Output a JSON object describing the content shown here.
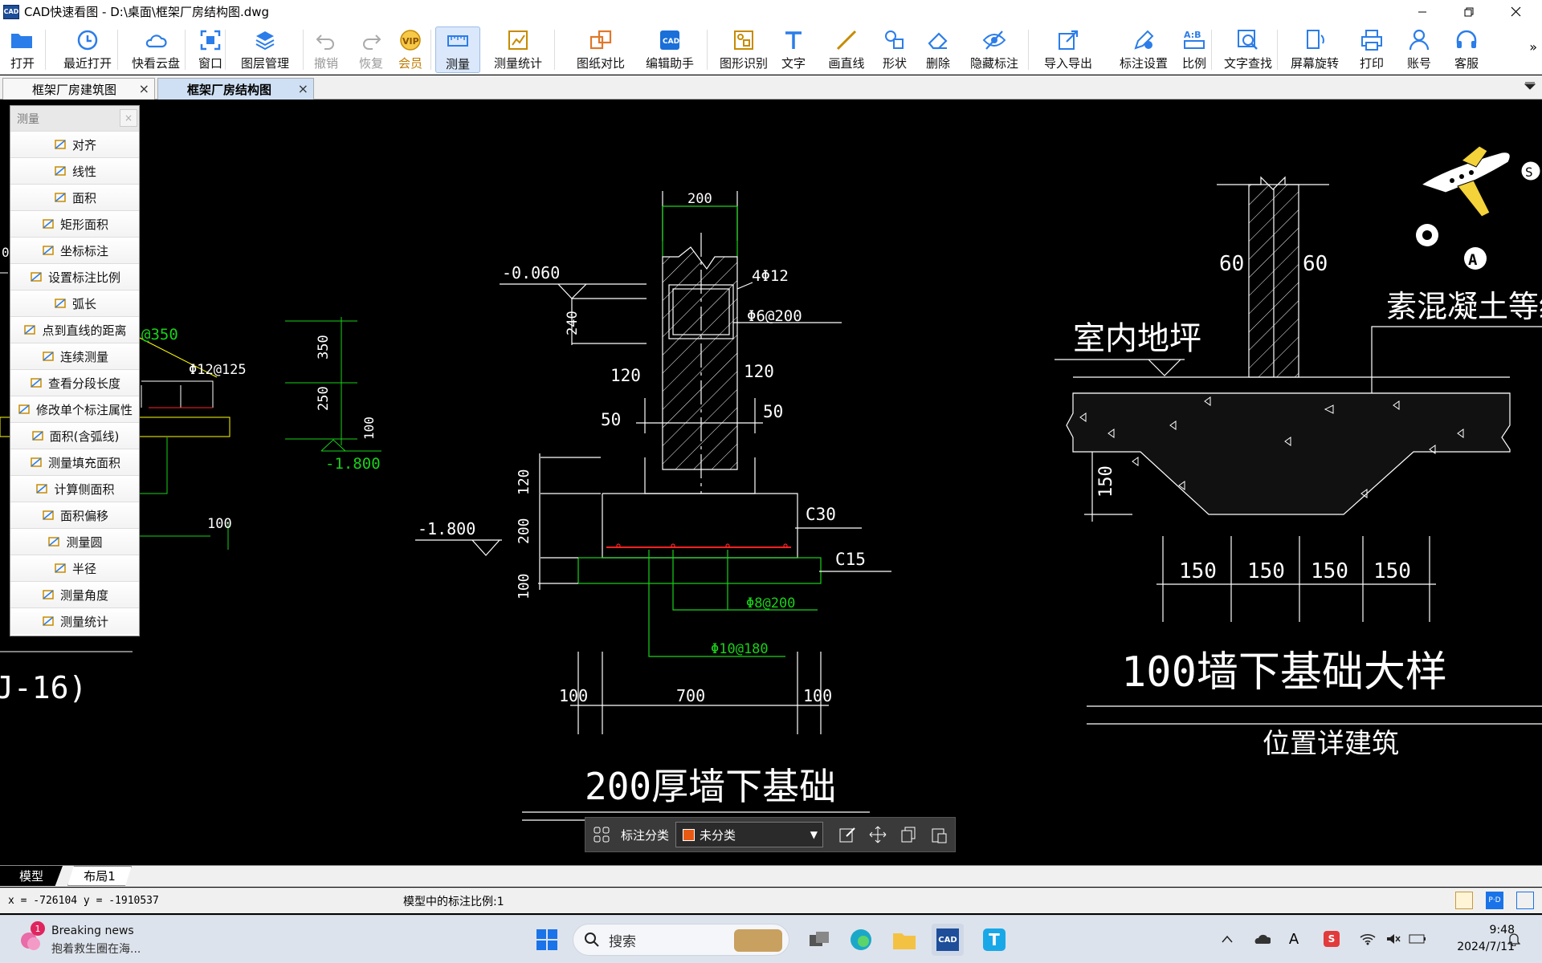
{
  "window": {
    "title": "CAD快速看图 - D:\\桌面\\框架厂房结构图.dwg",
    "logo_text": "CAD"
  },
  "toolbar": [
    {
      "id": "open",
      "label": "打开",
      "icon": "folder-open-icon"
    },
    {
      "id": "recent",
      "label": "最近打开",
      "icon": "clock-icon"
    },
    {
      "id": "cloud",
      "label": "快看云盘",
      "icon": "cloud-icon"
    },
    {
      "id": "window",
      "label": "窗口",
      "icon": "window-frame-icon"
    },
    {
      "id": "layers",
      "label": "图层管理",
      "icon": "layers-icon"
    },
    {
      "id": "undo",
      "label": "撤销",
      "icon": "undo-icon",
      "disabled": true
    },
    {
      "id": "redo",
      "label": "恢复",
      "icon": "redo-icon",
      "disabled": true
    },
    {
      "id": "vip",
      "label": "会员",
      "icon": "vip-icon"
    },
    {
      "id": "measure",
      "label": "测量",
      "icon": "ruler-icon",
      "active": true
    },
    {
      "id": "measure_stats",
      "label": "测量统计",
      "icon": "chart-icon"
    },
    {
      "id": "compare",
      "label": "图纸对比",
      "icon": "compare-icon"
    },
    {
      "id": "edit_helper",
      "label": "编辑助手",
      "icon": "cad-edit-icon"
    },
    {
      "id": "shape_recog",
      "label": "图形识别",
      "icon": "shape-recognize-icon"
    },
    {
      "id": "text",
      "label": "文字",
      "icon": "text-icon"
    },
    {
      "id": "line",
      "label": "画直线",
      "icon": "line-icon"
    },
    {
      "id": "shape",
      "label": "形状",
      "icon": "shapes-icon"
    },
    {
      "id": "delete",
      "label": "删除",
      "icon": "eraser-icon"
    },
    {
      "id": "hide_anno",
      "label": "隐藏标注",
      "icon": "eye-slash-icon"
    },
    {
      "id": "import_export",
      "label": "导入导出",
      "icon": "export-icon"
    },
    {
      "id": "anno_settings",
      "label": "标注设置",
      "icon": "pen-gear-icon"
    },
    {
      "id": "scale",
      "label": "比例",
      "icon": "scale-ab-icon"
    },
    {
      "id": "text_search",
      "label": "文字查找",
      "icon": "text-search-icon"
    },
    {
      "id": "rotate",
      "label": "屏幕旋转",
      "icon": "rotate-screen-icon"
    },
    {
      "id": "print",
      "label": "打印",
      "icon": "printer-icon"
    },
    {
      "id": "account",
      "label": "账号",
      "icon": "user-icon"
    },
    {
      "id": "service",
      "label": "客服",
      "icon": "headset-icon"
    }
  ],
  "tabs": [
    {
      "label": "框架厂房建筑图",
      "active": false
    },
    {
      "label": "框架厂房结构图",
      "active": true
    }
  ],
  "measure_panel": {
    "title": "测量",
    "close": "×",
    "items": [
      {
        "label": "对齐",
        "icon": "align-measure-icon"
      },
      {
        "label": "线性",
        "icon": "linear-measure-icon"
      },
      {
        "label": "面积",
        "icon": "area-icon"
      },
      {
        "label": "矩形面积",
        "icon": "rect-area-icon"
      },
      {
        "label": "坐标标注",
        "icon": "coordinate-icon"
      },
      {
        "label": "设置标注比例",
        "icon": "set-scale-icon"
      },
      {
        "label": "弧长",
        "icon": "arc-length-icon"
      },
      {
        "label": "点到直线的距离",
        "icon": "point-line-icon"
      },
      {
        "label": "连续测量",
        "icon": "continuous-icon"
      },
      {
        "label": "查看分段长度",
        "icon": "segment-icon"
      },
      {
        "label": "修改单个标注属性",
        "icon": "modify-anno-icon"
      },
      {
        "label": "面积(含弧线)",
        "icon": "arc-area-icon"
      },
      {
        "label": "测量填充面积",
        "icon": "fill-area-icon"
      },
      {
        "label": "计算侧面积",
        "icon": "side-area-icon"
      },
      {
        "label": "面积偏移",
        "icon": "area-offset-icon"
      },
      {
        "label": "测量圆",
        "icon": "circle-measure-icon"
      },
      {
        "label": "半径",
        "icon": "radius-icon"
      },
      {
        "label": "测量角度",
        "icon": "angle-icon"
      },
      {
        "label": "测量统计",
        "icon": "measure-stats-icon"
      }
    ]
  },
  "drawing": {
    "left": {
      "t1": "@350",
      "t2": "Φ12@125",
      "t3": "350",
      "t4": "250",
      "t5": "100",
      "t6": "-1.800",
      "t7": "100",
      "t8": "J-16)",
      "t9": "0"
    },
    "middle": {
      "dim_top": "200",
      "elev1": "-0.060",
      "rebar1": "4Φ12",
      "rebar2": "Φ6@200",
      "dim240": "240",
      "d120a": "120",
      "d120b": "120",
      "d50a": "50",
      "d50b": "50",
      "d120v": "120",
      "d200v": "200",
      "d100v": "100",
      "elev2": "-1.800",
      "c30": "C30",
      "c15": "C15",
      "rebar3": "Φ8@200",
      "rebar4": "Φ10@180",
      "b100a": "100",
      "b700": "700",
      "b100b": "100",
      "title": "200厚墙下基础"
    },
    "right": {
      "d60a": "60",
      "d60b": "60",
      "floor": "室内地坪",
      "note": "素混凝土等级同垫",
      "d150v": "150",
      "b1": "150",
      "b2": "150",
      "b3": "150",
      "b4": "150",
      "title": "100墙下基础大样",
      "sub": "位置详建筑"
    }
  },
  "anno_bar": {
    "label": "标注分类",
    "selected": "未分类",
    "swatch": "#e85a14"
  },
  "layout_tabs": [
    "模型",
    "布局1"
  ],
  "status": {
    "coords": "x = -726104 y = -1910537",
    "scale": "模型中的标注比例:1"
  },
  "taskbar": {
    "news_title": "Breaking news",
    "news_sub": "抱着救生圈在海...",
    "news_badge": "1",
    "search": "搜索",
    "time": "9:48",
    "date": "2024/7/11"
  },
  "colors": {
    "cad_white": "#ffffff",
    "cad_green": "#19d219",
    "cad_red": "#ff2020",
    "accent": "#1a73e8"
  }
}
